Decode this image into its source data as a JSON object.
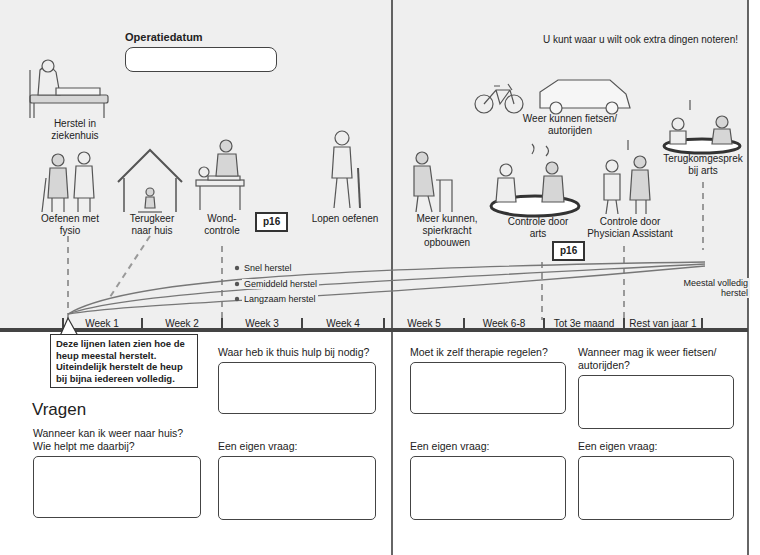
{
  "diagram": {
    "nodes": [
      {
        "text": [
          "Operatiedatum"
        ]
      },
      {
        "text": [
          "p16"
        ]
      },
      {
        "text": [
          "p16"
        ]
      },
      {
        "text": [
          "Deze lijnen laten zien hoe de heup meestal herstelt. Uiteindelijk herstelt de heup bij bijna iedereen volledig."
        ]
      },
      {
        "text": [
          "Wanneer kan ik weer naar huis? Wie helpt me daarbij?"
        ]
      },
      {
        "text": [
          "Waar heb ik thuis hulp bij nodig?"
        ]
      },
      {
        "text": [
          "Een eigen vraag:"
        ]
      },
      {
        "text": [
          "Moet ik zelf therapie regelen?"
        ]
      },
      {
        "text": [
          "Een eigen vraag:"
        ]
      },
      {
        "text": [
          "Wanneer mag ik weer fietsen/ autorijden?"
        ]
      },
      {
        "text": [
          "Een eigen vraag:"
        ]
      }
    ],
    "labels": [
      "U kunt waar u wilt ook extra dingen noteren!",
      "Herstel in ziekenhuis",
      "Weer kunnen fietsen/ autorijden",
      "Terugkomgesprek bij arts",
      "Oefenen met fysio",
      "Terugkeer naar huis",
      "Wond- controle",
      "Lopen oefenen",
      "Meer kunnen, spierkracht opbouwen",
      "Controle door arts",
      "Controle door Physician Assistant",
      "Snel herstel",
      "Gemiddeld herstel",
      "Langzaam herstel",
      "Meestal volledig herstel",
      "Week 1",
      "Week 2",
      "Week 3",
      "Week 4",
      "Week 5",
      "Week 6-8",
      "Tot 3e maand",
      "Rest van jaar 1",
      "Vragen"
    ]
  }
}
